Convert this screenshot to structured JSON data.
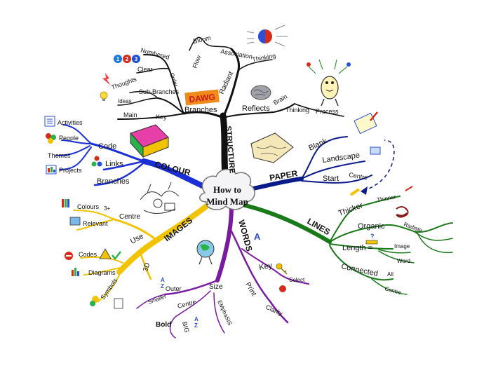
{
  "centre": {
    "line1": "How to",
    "line2": "Mind Map"
  },
  "structure": {
    "label": "STRUCTURE",
    "branches": "Branches",
    "main": "Main",
    "key": "Key",
    "sub_branches": "Sub-Branches",
    "thoughts": "Thoughts",
    "ideas": "Ideas",
    "order": "Order",
    "numbered": "Numbered",
    "clear": "Clear",
    "radiant": "Radiant",
    "flow": "Flow",
    "bloom": "Bloom",
    "association": "Association",
    "thinking": "Thinking",
    "reflects": "Reflects",
    "brain": "Brain",
    "thinking2": "Thinking",
    "process": "Process",
    "dawg": "DAWG"
  },
  "colour": {
    "label": "COLOUR",
    "code": "Code",
    "activities": "Activities",
    "people": "People",
    "themes": "Themes",
    "projects": "Projects",
    "links": "Links",
    "branches": "Branches"
  },
  "images": {
    "label": "IMAGES",
    "centre": "Centre",
    "colours": "Colours",
    "colours_num": "3+",
    "relevant": "Relevant",
    "use": "Use",
    "codes": "Codes",
    "diagrams": "Diagrams",
    "symbols": "Symbols",
    "threed": "3D"
  },
  "words": {
    "label": "WORDS",
    "size": "Size",
    "outer": "Outer",
    "smaller": "Smaller",
    "centre": "Centre",
    "bold": "Bold",
    "big": "BIG",
    "emphasis": "EMphaSIS",
    "print": "Print",
    "clarity": "Clarity",
    "key": "Key",
    "select": "Select"
  },
  "paper": {
    "label": "PAPER",
    "blank": "Blank",
    "landscape": "Landscape",
    "start": "Start",
    "centre": "Centre"
  },
  "lines": {
    "label": "LINES",
    "thicker": "Thicker",
    "thinner": "Thinner",
    "organic": "Organic",
    "radiate": "Radiate",
    "length": "Length =",
    "image": "Image",
    "word": "Word",
    "connected": "Connected",
    "all": "All",
    "centre": "Centre"
  },
  "icons": {
    "numbers": [
      "1",
      "2",
      "3"
    ],
    "a_z": [
      "A",
      "Z"
    ],
    "question": "?"
  },
  "colors": {
    "structure": "#111111",
    "colour": "#1a2fd6",
    "images": "#f2c300",
    "words": "#7a1aa0",
    "paper": "#0a1a8a",
    "lines": "#1a7a1a",
    "tree_left": "#1d6fe0",
    "tree_right": "#168a16"
  }
}
